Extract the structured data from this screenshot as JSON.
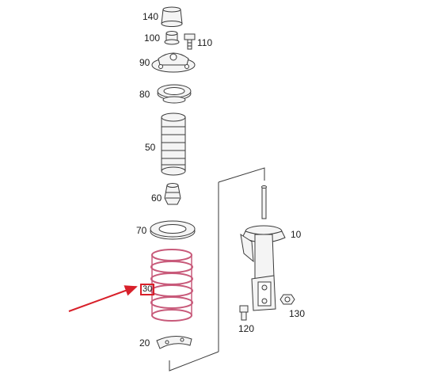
{
  "parts": [
    {
      "key": "p140",
      "number": "140"
    },
    {
      "key": "p100",
      "number": "100"
    },
    {
      "key": "p110",
      "number": "110"
    },
    {
      "key": "p90",
      "number": "90"
    },
    {
      "key": "p80",
      "number": "80"
    },
    {
      "key": "p50",
      "number": "50"
    },
    {
      "key": "p60",
      "number": "60"
    },
    {
      "key": "p70",
      "number": "70"
    },
    {
      "key": "p30",
      "number": "30"
    },
    {
      "key": "p20",
      "number": "20"
    },
    {
      "key": "p10",
      "number": "10"
    },
    {
      "key": "p120",
      "number": "120"
    },
    {
      "key": "p130",
      "number": "130"
    }
  ],
  "highlighted_part": "30",
  "colors": {
    "line": "#3a3a3a",
    "highlight": "#d8202a",
    "spring": "#c85a7a",
    "part_fill": "#f4f4f4"
  }
}
